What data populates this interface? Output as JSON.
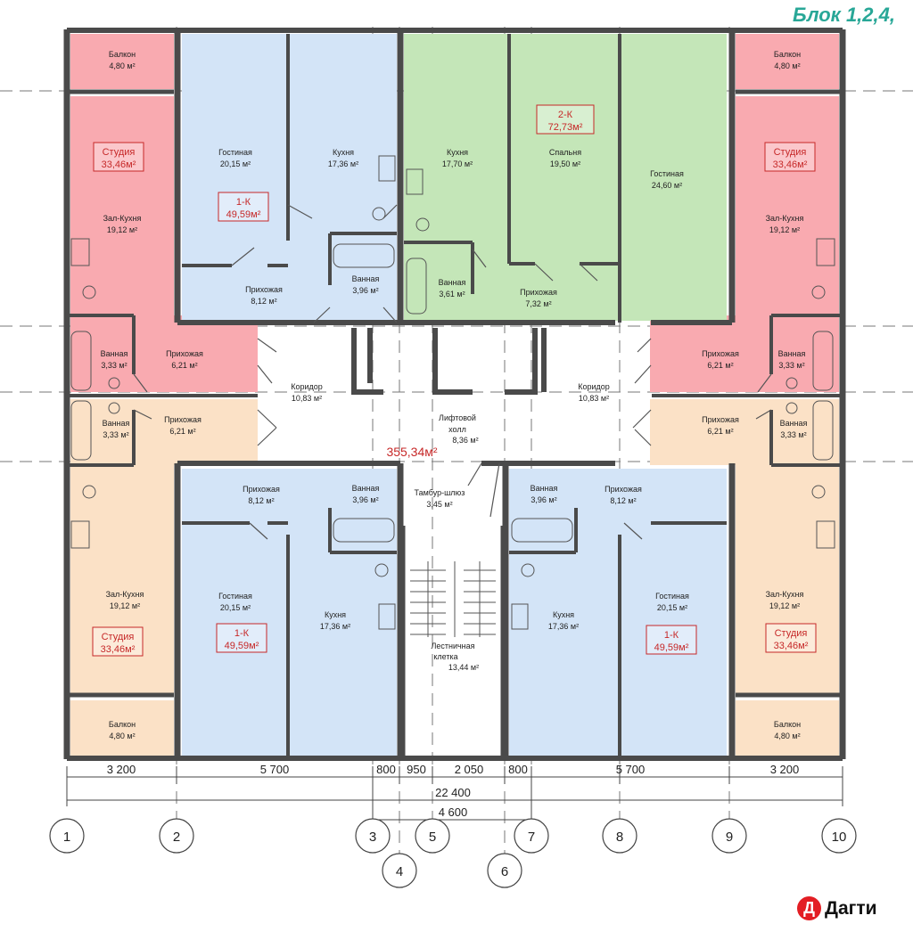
{
  "block_title": "Блок 1,2,4,",
  "logo": {
    "text": "Дагти",
    "badge": "Д"
  },
  "total_area": "355,34м²",
  "colors": {
    "studio_pink": "#f9aab0",
    "one_room_blue": "#d3e4f7",
    "two_room_green": "#c4e6b8",
    "studio_peach": "#fbe1c6",
    "wall": "#4a4a4a",
    "area_tag": "#c62828",
    "title": "#28a797"
  },
  "labels": {
    "balcony_tl": {
      "name": "Балкон",
      "area": "4,80 м²"
    },
    "balcony_tr": {
      "name": "Балкон",
      "area": "4,80 м²"
    },
    "balcony_bl": {
      "name": "Балкон",
      "area": "4,80 м²"
    },
    "balcony_br": {
      "name": "Балкон",
      "area": "4,80 м²"
    },
    "zal_tl": {
      "name": "Зал-Кухня",
      "area": "19,12 м²"
    },
    "zal_tr": {
      "name": "Зал-Кухня",
      "area": "19,12 м²"
    },
    "zal_bl": {
      "name": "Зал-Кухня",
      "area": "19,12 м²"
    },
    "zal_br": {
      "name": "Зал-Кухня",
      "area": "19,12 м²"
    },
    "bath_studio_tl": {
      "name": "Ванная",
      "area": "3,33 м²"
    },
    "bath_studio_tr": {
      "name": "Ванная",
      "area": "3,33 м²"
    },
    "bath_studio_bl": {
      "name": "Ванная",
      "area": "3,33 м²"
    },
    "bath_studio_br": {
      "name": "Ванная",
      "area": "3,33 м²"
    },
    "hall_studio_tl": {
      "name": "Прихожая",
      "area": "6,21 м²"
    },
    "hall_studio_tr": {
      "name": "Прихожая",
      "area": "6,21 м²"
    },
    "hall_studio_bl": {
      "name": "Прихожая",
      "area": "6,21 м²"
    },
    "hall_studio_br": {
      "name": "Прихожая",
      "area": "6,21 м²"
    },
    "living_1k_top": {
      "name": "Гостиная",
      "area": "20,15 м²"
    },
    "kitchen_1k_top": {
      "name": "Кухня",
      "area": "17,36 м²"
    },
    "hall_1k_top": {
      "name": "Прихожая",
      "area": "8,12 м²"
    },
    "bath_1k_top": {
      "name": "Ванная",
      "area": "3,96 м²"
    },
    "kitchen_2k": {
      "name": "Кухня",
      "area": "17,70 м²"
    },
    "bedroom_2k": {
      "name": "Спальня",
      "area": "19,50 м²"
    },
    "living_2k": {
      "name": "Гостиная",
      "area": "24,60 м²"
    },
    "bath_2k": {
      "name": "Ванная",
      "area": "3,61 м²"
    },
    "hall_2k": {
      "name": "Прихожая",
      "area": "7,32 м²"
    },
    "corridor_l": {
      "name": "Коридор",
      "area": "10,83 м²"
    },
    "corridor_r": {
      "name": "Коридор",
      "area": "10,83 м²"
    },
    "lift_hall": {
      "name": "Лифтовой",
      "name2": "холл",
      "area": "8,36 м²"
    },
    "vestibule": {
      "name": "Тамбур-шлюз",
      "area": "3,45 м²"
    },
    "hall_1k_bl": {
      "name": "Прихожая",
      "area": "8,12 м²"
    },
    "bath_1k_bl": {
      "name": "Ванная",
      "area": "3,96 м²"
    },
    "living_1k_bl": {
      "name": "Гостиная",
      "area": "20,15 м²"
    },
    "kitchen_1k_bl": {
      "name": "Кухня",
      "area": "17,36 м²"
    },
    "bath_1k_br": {
      "name": "Ванная",
      "area": "3,96 м²"
    },
    "hall_1k_br": {
      "name": "Прихожая",
      "area": "8,12 м²"
    },
    "kitchen_1k_br": {
      "name": "Кухня",
      "area": "17,36 м²"
    },
    "living_1k_br": {
      "name": "Гостиная",
      "area": "20,15 м²"
    },
    "stair": {
      "name": "Лестничная",
      "name2": "клетка",
      "area": "13,44 м²"
    }
  },
  "tags": {
    "studio_tl": {
      "line1": "Студия",
      "line2": "33,46м²"
    },
    "studio_tr": {
      "line1": "Студия",
      "line2": "33,46м²"
    },
    "studio_bl": {
      "line1": "Студия",
      "line2": "33,46м²"
    },
    "studio_br": {
      "line1": "Студия",
      "line2": "33,46м²"
    },
    "onek_top": {
      "line1": "1-К",
      "line2": "49,59м²"
    },
    "onek_bl": {
      "line1": "1-К",
      "line2": "49,59м²"
    },
    "onek_br": {
      "line1": "1-К",
      "line2": "49,59м²"
    },
    "twok": {
      "line1": "2-К",
      "line2": "72,73м²"
    }
  },
  "dimensions": {
    "d1": "3 200",
    "d2": "5 700",
    "d3": "800",
    "d4": "950",
    "d5": "2 050",
    "d6": "800",
    "d7": "5 700",
    "d8": "3 200",
    "total": "22 400",
    "middle": "4 600"
  },
  "axes": [
    "1",
    "2",
    "3",
    "4",
    "5",
    "6",
    "7",
    "8",
    "9",
    "10"
  ]
}
